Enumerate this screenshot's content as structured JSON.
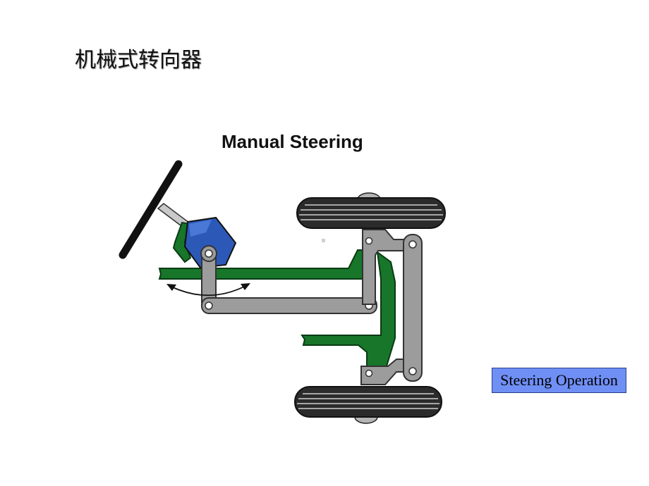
{
  "slide": {
    "title": "机械式转向器"
  },
  "diagram": {
    "title": "Manual Steering"
  },
  "link": {
    "label": "Steering Operation"
  },
  "colors": {
    "frame": "#17762a",
    "linkage": "#9c9c9c",
    "gearbox": "#2c59b8",
    "tire": "#2b2b2b",
    "outline": "#222222"
  }
}
